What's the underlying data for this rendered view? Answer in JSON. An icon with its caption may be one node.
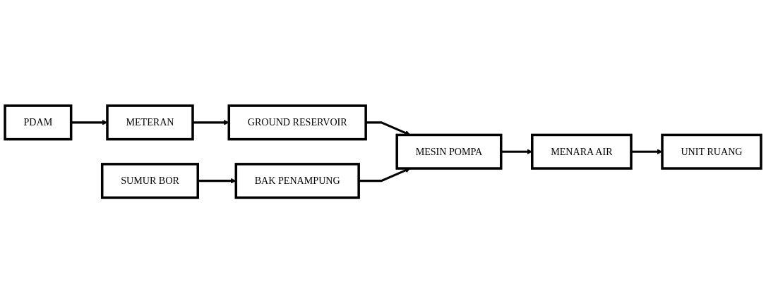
{
  "diagram": {
    "nodes": [
      {
        "text": [
          "PDAM"
        ]
      },
      {
        "text": [
          "METERAN"
        ]
      },
      {
        "text": [
          "GROUND RESERVOIR"
        ]
      },
      {
        "text": [
          "MESIN POMPA"
        ]
      },
      {
        "text": [
          "MENARA AIR"
        ]
      },
      {
        "text": [
          "SUMUR BOR"
        ]
      },
      {
        "text": [
          "BAK PENAMPUNG"
        ]
      },
      {
        "text": [
          "UNIT RUANG"
        ]
      }
    ],
    "edges": [
      {
        "from": 0,
        "to": 1,
        "arrow": "to"
      },
      {
        "from": 1,
        "to": 2,
        "arrow": "to"
      },
      {
        "from": 2,
        "to": 3,
        "arrow": "to"
      },
      {
        "from": 3,
        "to": 4,
        "arrow": "to"
      },
      {
        "from": 4,
        "to": 7,
        "arrow": "to"
      },
      {
        "from": 5,
        "to": 6,
        "arrow": "to"
      },
      {
        "from": 6,
        "to": 3,
        "arrow": "to"
      }
    ]
  }
}
